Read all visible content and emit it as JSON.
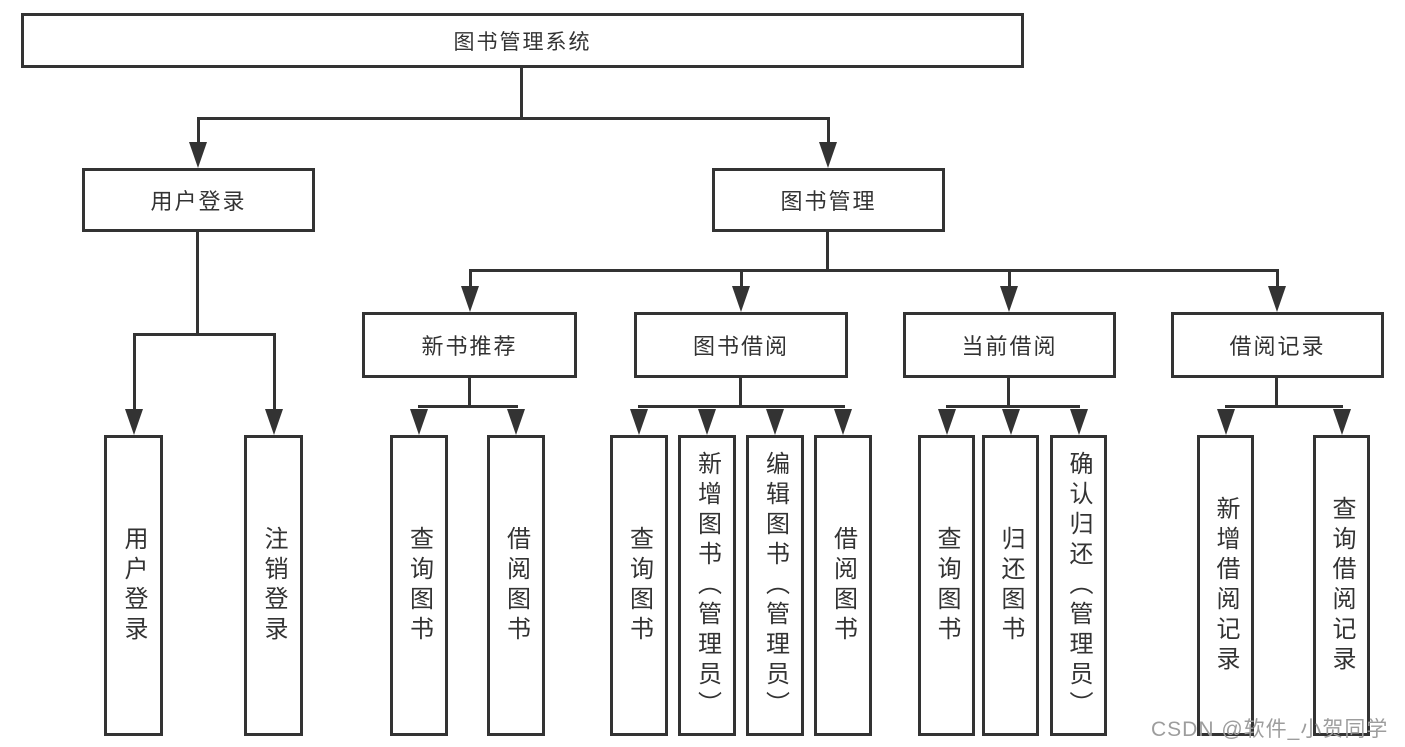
{
  "tree": {
    "label": "图书管理系统",
    "children": [
      {
        "label": "用户登录",
        "children": [
          {
            "label": "用户登录"
          },
          {
            "label": "注销登录"
          }
        ]
      },
      {
        "label": "图书管理",
        "children": [
          {
            "label": "新书推荐",
            "children": [
              {
                "label": "查询图书"
              },
              {
                "label": "借阅图书"
              }
            ]
          },
          {
            "label": "图书借阅",
            "children": [
              {
                "label": "查询图书"
              },
              {
                "label": "新增图书（管理员）"
              },
              {
                "label": "编辑图书（管理员）"
              },
              {
                "label": "借阅图书"
              }
            ]
          },
          {
            "label": "当前借阅",
            "children": [
              {
                "label": "查询图书"
              },
              {
                "label": "归还图书"
              },
              {
                "label": "确认归还（管理员）"
              }
            ]
          },
          {
            "label": "借阅记录",
            "children": [
              {
                "label": "新增借阅记录"
              },
              {
                "label": "查询借阅记录"
              }
            ]
          }
        ]
      }
    ]
  },
  "watermark": "CSDN @软件_小贺同学",
  "colors": {
    "stroke": "#333333",
    "text": "#333333",
    "watermark": "#9d9d9d",
    "background": "#ffffff"
  }
}
